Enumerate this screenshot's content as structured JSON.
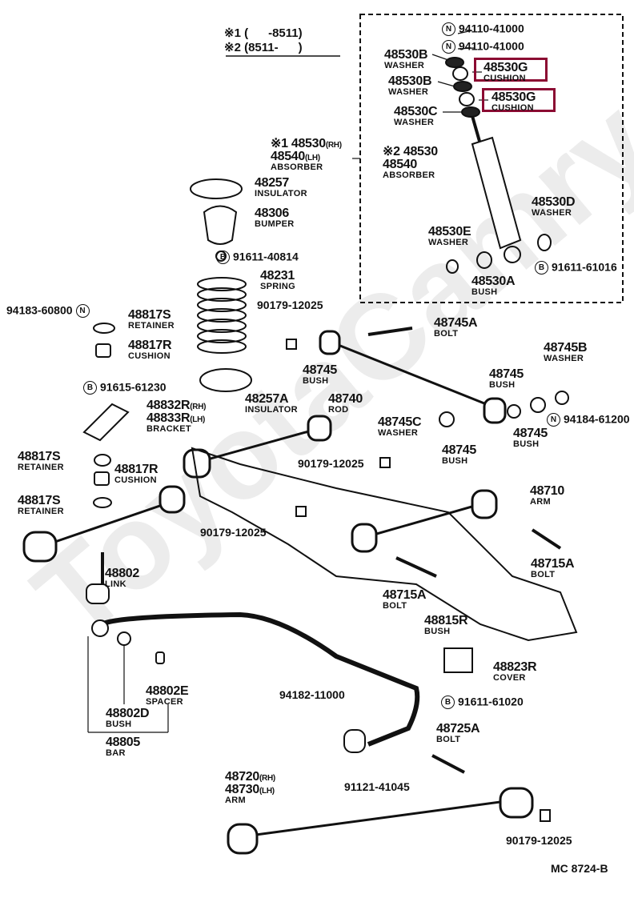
{
  "watermark": "ToyotaCamry.ru",
  "notes": {
    "note1": "※1 (      -8511)",
    "note2": "※2 (8511-      )"
  },
  "highlight_color": "#8b0a32",
  "callouts": [
    {
      "part": "48530B",
      "name": "WASHER"
    },
    {
      "part": "48530G",
      "name": "CUSHION"
    },
    {
      "part": "48530B",
      "name": "WASHER"
    },
    {
      "part": "48530G",
      "name": "CUSHION"
    },
    {
      "part": "48530C",
      "name": "WASHER"
    },
    {
      "part": "※1 48530",
      "suffix": "(RH)",
      "part2": "48540",
      "suffix2": "(LH)",
      "name": "ABSORBER"
    },
    {
      "part": "※2 48530",
      "part2": "48540",
      "name": "ABSORBER"
    },
    {
      "part": "48530D",
      "name": "WASHER"
    },
    {
      "part": "48530E",
      "name": "WASHER"
    },
    {
      "part": "48530A",
      "name": "BUSH"
    },
    {
      "part": "48257",
      "name": "INSULATOR"
    },
    {
      "part": "48306",
      "name": "BUMPER"
    },
    {
      "part": "48231",
      "name": "SPRING"
    },
    {
      "part": "48817S",
      "name": "RETAINER"
    },
    {
      "part": "48817R",
      "name": "CUSHION"
    },
    {
      "part": "48745A",
      "name": "BOLT"
    },
    {
      "part": "48745B",
      "name": "WASHER"
    },
    {
      "part": "48745",
      "name": "BUSH"
    },
    {
      "part": "48745",
      "name": "BUSH"
    },
    {
      "part": "48740",
      "name": "ROD"
    },
    {
      "part": "48257A",
      "name": "INSULATOR"
    },
    {
      "part": "48832R",
      "suffix": "(RH)",
      "part2": "48833R",
      "suffix2": "(LH)",
      "name": "BRACKET"
    },
    {
      "part": "48745C",
      "name": "WASHER"
    },
    {
      "part": "48745",
      "name": "BUSH"
    },
    {
      "part": "48745",
      "name": "BUSH"
    },
    {
      "part": "48817S",
      "name": "RETAINER"
    },
    {
      "part": "48817R",
      "name": "CUSHION"
    },
    {
      "part": "48710",
      "name": "ARM"
    },
    {
      "part": "48817S",
      "name": "RETAINER"
    },
    {
      "part": "48802",
      "name": "LINK"
    },
    {
      "part": "48715A",
      "name": "BOLT"
    },
    {
      "part": "48715A",
      "name": "BOLT"
    },
    {
      "part": "48815R",
      "name": "BUSH"
    },
    {
      "part": "48823R",
      "name": "COVER"
    },
    {
      "part": "48802E",
      "name": "SPACER"
    },
    {
      "part": "48802D",
      "name": "BUSH"
    },
    {
      "part": "48725A",
      "name": "BOLT"
    },
    {
      "part": "48805",
      "name": "BAR"
    },
    {
      "part": "48720",
      "suffix": "(RH)",
      "part2": "48730",
      "suffix2": "(LH)",
      "name": "ARM"
    }
  ],
  "codes": [
    {
      "code": "94110-41000",
      "marker": "N"
    },
    {
      "code": "94110-41000",
      "marker": "N"
    },
    {
      "code": "91611-61016",
      "marker": "B"
    },
    {
      "code": "91611-40814",
      "marker": "B"
    },
    {
      "code": "94183-60800",
      "marker": "N"
    },
    {
      "code": "90179-12025"
    },
    {
      "code": "91615-61230",
      "marker": "B"
    },
    {
      "code": "94184-61200",
      "marker": "N"
    },
    {
      "code": "90179-12025"
    },
    {
      "code": "90179-12025"
    },
    {
      "code": "94182-11000"
    },
    {
      "code": "91611-61020",
      "marker": "B"
    },
    {
      "code": "91121-41045"
    },
    {
      "code": "90179-12025"
    }
  ],
  "diagram_code": "MC 8724-B"
}
